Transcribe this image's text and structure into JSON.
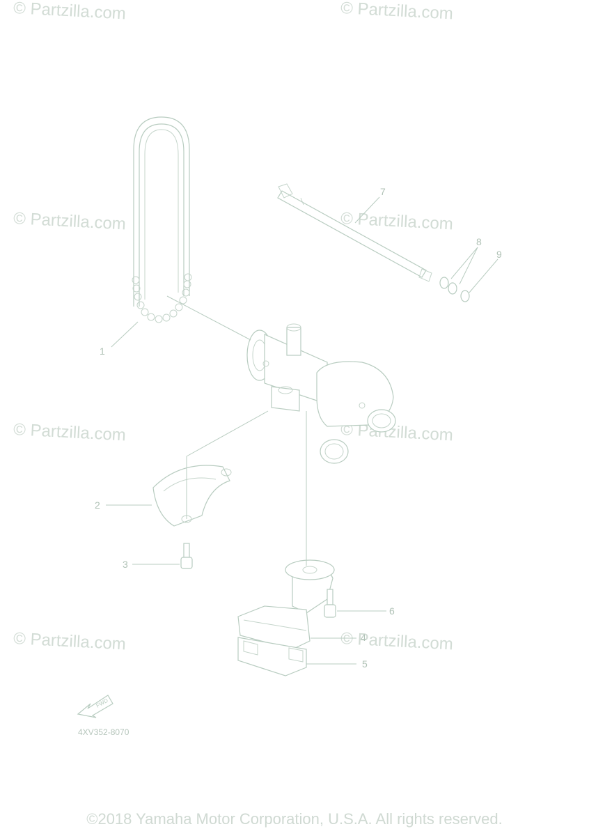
{
  "watermark_text": "© Partzilla.com",
  "callouts": [
    "1",
    "2",
    "3",
    "4",
    "5",
    "6",
    "7",
    "8",
    "9"
  ],
  "diagram_code": "4XV352-8070",
  "fwd_label": "FWD",
  "copyright": "©2018 Yamaha Motor Corporation, U.S.A. All rights reserved."
}
